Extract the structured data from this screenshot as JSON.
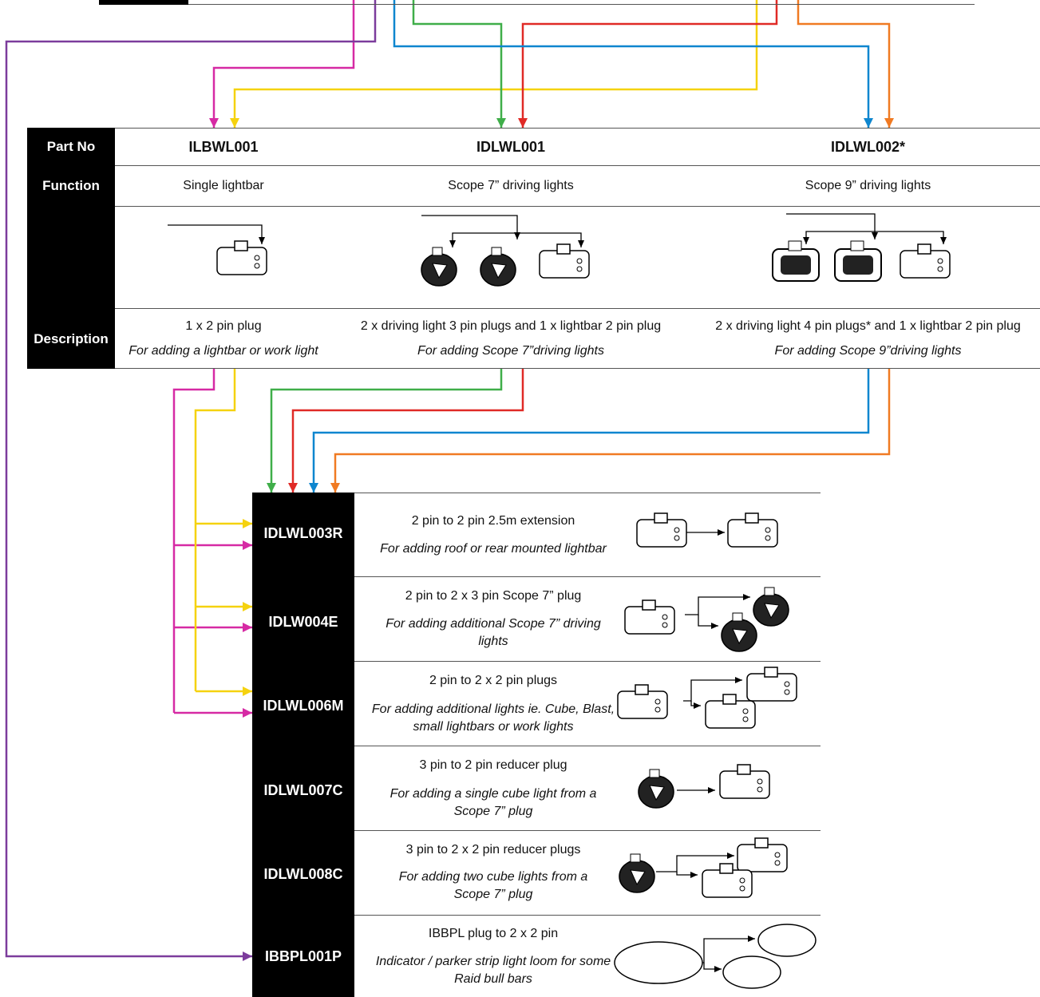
{
  "colors": {
    "magenta": "#d62aa4",
    "yellow": "#f5d20f",
    "green": "#3fae49",
    "red": "#e02a26",
    "blue": "#0e86cf",
    "orange": "#f07a22",
    "purple": "#7c3c9c",
    "black": "#000000"
  },
  "main_table": {
    "row_labels": {
      "part_no": "Part No",
      "function": "Function",
      "description": "Description"
    },
    "columns": [
      {
        "part_no": "ILBWL001",
        "function": "Single lightbar",
        "description": "1 x 2 pin plug",
        "note": "For adding a lightbar or work light",
        "image": "2-pin-plug-icon"
      },
      {
        "part_no": "IDLWL001",
        "function": "Scope 7” driving lights",
        "description": "2 x driving light 3 pin plugs and 1 x lightbar 2 pin plug",
        "note": "For adding Scope 7”driving lights",
        "image": "3-pin-and-2-pin-plugs-icon"
      },
      {
        "part_no": "IDLWL002*",
        "function": "Scope 9” driving lights",
        "description": "2 x driving light 4 pin plugs* and 1 x lightbar 2 pin plug",
        "note": "For adding Scope 9”driving lights",
        "image": "4-pin-and-2-pin-plugs-icon"
      }
    ]
  },
  "accessory_table": {
    "rows": [
      {
        "part_no": "IDLWL003R",
        "line1": "2 pin to 2 pin 2.5m extension",
        "note": "For adding roof or rear mounted lightbar"
      },
      {
        "part_no": "IDLW004E",
        "line1": "2 pin to 2 x 3 pin Scope 7” plug",
        "note": "For adding additional Scope 7” driving lights"
      },
      {
        "part_no": "IDLWL006M",
        "line1": "2 pin to 2 x 2 pin plugs",
        "note": "For adding additional lights ie. Cube, Blast, small lightbars or work lights"
      },
      {
        "part_no": "IDLWL007C",
        "line1": "3 pin to 2 pin reducer plug",
        "note": "For adding a single cube light from a Scope 7” plug"
      },
      {
        "part_no": "IDLWL008C",
        "line1": "3 pin to 2 x 2 pin reducer plugs",
        "note": "For adding two cube lights from a Scope 7” plug"
      },
      {
        "part_no": "IBBPL001P",
        "line1": "IBBPL plug to 2 x 2 pin",
        "note": "Indicator / parker strip light loom for some Raid bull bars"
      }
    ]
  }
}
